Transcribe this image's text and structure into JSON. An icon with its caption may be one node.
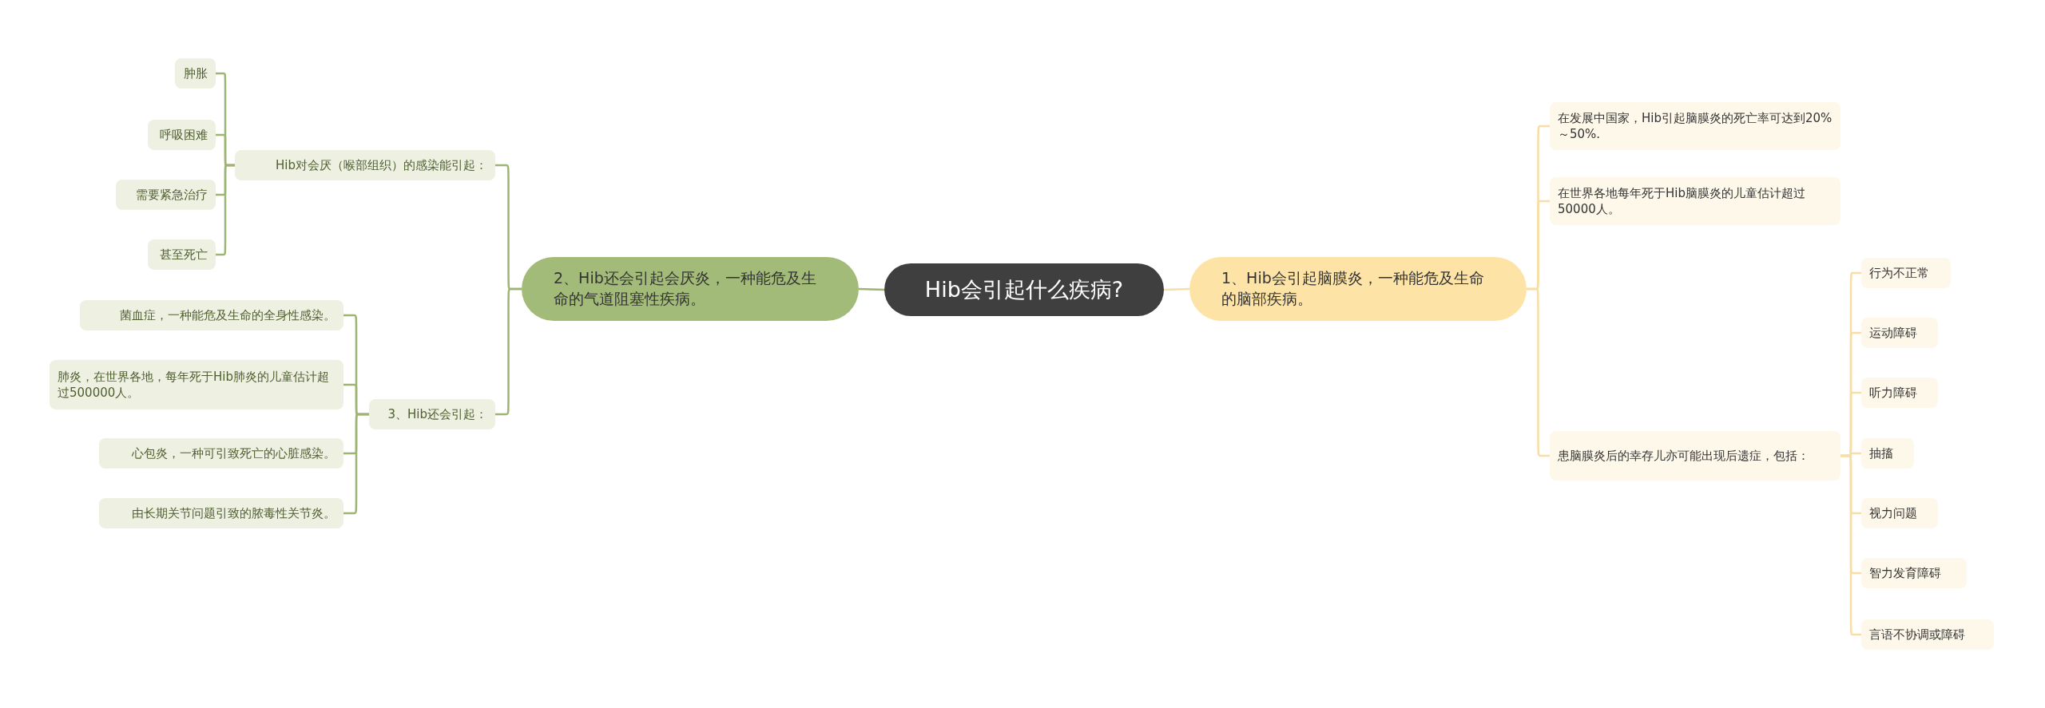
{
  "diagram": {
    "nodes": [
      {
        "text": [
          "Hib会引起什么疾病?"
        ]
      },
      {
        "text": [
          "1、Hib会引起脑膜炎，一种能危及生命的脑部疾病。"
        ]
      },
      {
        "text": [
          "在发展中国家，Hib引起脑膜炎的死亡率可达到20%～50%."
        ]
      },
      {
        "text": [
          "在世界各地每年死于Hib脑膜炎的儿童估计超过50000人。"
        ]
      },
      {
        "text": [
          "患脑膜炎后的幸存儿亦可能出现后遗症，包括："
        ]
      },
      {
        "text": [
          "行为不正常"
        ]
      },
      {
        "text": [
          "运动障碍"
        ]
      },
      {
        "text": [
          "听力障碍"
        ]
      },
      {
        "text": [
          "抽搐"
        ]
      },
      {
        "text": [
          "视力问题"
        ]
      },
      {
        "text": [
          "智力发育障碍"
        ]
      },
      {
        "text": [
          "言语不协调或障碍"
        ]
      },
      {
        "text": [
          "2、Hib还会引起会厌炎，一种能危及生命的气道阻塞性疾病。"
        ]
      },
      {
        "text": [
          "Hib对会厌（喉部组织）的感染能引起："
        ]
      },
      {
        "text": [
          "肿胀"
        ]
      },
      {
        "text": [
          "呼吸困难"
        ]
      },
      {
        "text": [
          "需要紧急治疗"
        ]
      },
      {
        "text": [
          "甚至死亡"
        ]
      },
      {
        "text": [
          "3、Hib还会引起："
        ]
      },
      {
        "text": [
          "菌血症，一种能危及生命的全身性感染。"
        ]
      },
      {
        "text": [
          "肺炎，在世界各地，每年死于Hib肺炎的儿童估计超过500000人。"
        ]
      },
      {
        "text": [
          "心包炎，一种可引致死亡的心脏感染。"
        ]
      },
      {
        "text": [
          "由长期关节问题引致的脓毒性关节炎。"
        ]
      }
    ],
    "edges": [
      {
        "from": 0,
        "to": 1,
        "arrow": "none"
      },
      {
        "from": 1,
        "to": 2,
        "arrow": "none"
      },
      {
        "from": 1,
        "to": 3,
        "arrow": "none"
      },
      {
        "from": 1,
        "to": 4,
        "arrow": "none"
      },
      {
        "from": 4,
        "to": 5,
        "arrow": "none"
      },
      {
        "from": 4,
        "to": 6,
        "arrow": "none"
      },
      {
        "from": 4,
        "to": 7,
        "arrow": "none"
      },
      {
        "from": 4,
        "to": 8,
        "arrow": "none"
      },
      {
        "from": 4,
        "to": 9,
        "arrow": "none"
      },
      {
        "from": 4,
        "to": 10,
        "arrow": "none"
      },
      {
        "from": 4,
        "to": 11,
        "arrow": "none"
      },
      {
        "from": 0,
        "to": 12,
        "arrow": "none",
        "color": "#9db472"
      },
      {
        "from": 12,
        "to": 13,
        "arrow": "none",
        "color": "#9db472"
      },
      {
        "from": 12,
        "to": 18,
        "arrow": "none",
        "color": "#9db472"
      },
      {
        "from": 13,
        "to": 14,
        "arrow": "none",
        "color": "#9db472"
      },
      {
        "from": 13,
        "to": 15,
        "arrow": "none",
        "color": "#9db472"
      },
      {
        "from": 13,
        "to": 16,
        "arrow": "none",
        "color": "#9db472"
      },
      {
        "from": 13,
        "to": 17,
        "arrow": "none",
        "color": "#9db472"
      },
      {
        "from": 18,
        "to": 19,
        "arrow": "none",
        "color": "#9db472"
      },
      {
        "from": 18,
        "to": 20,
        "arrow": "none",
        "color": "#9db472"
      },
      {
        "from": 18,
        "to": 21,
        "arrow": "none",
        "color": "#9db472"
      },
      {
        "from": 18,
        "to": 22,
        "arrow": "none",
        "color": "#9db472"
      }
    ]
  }
}
